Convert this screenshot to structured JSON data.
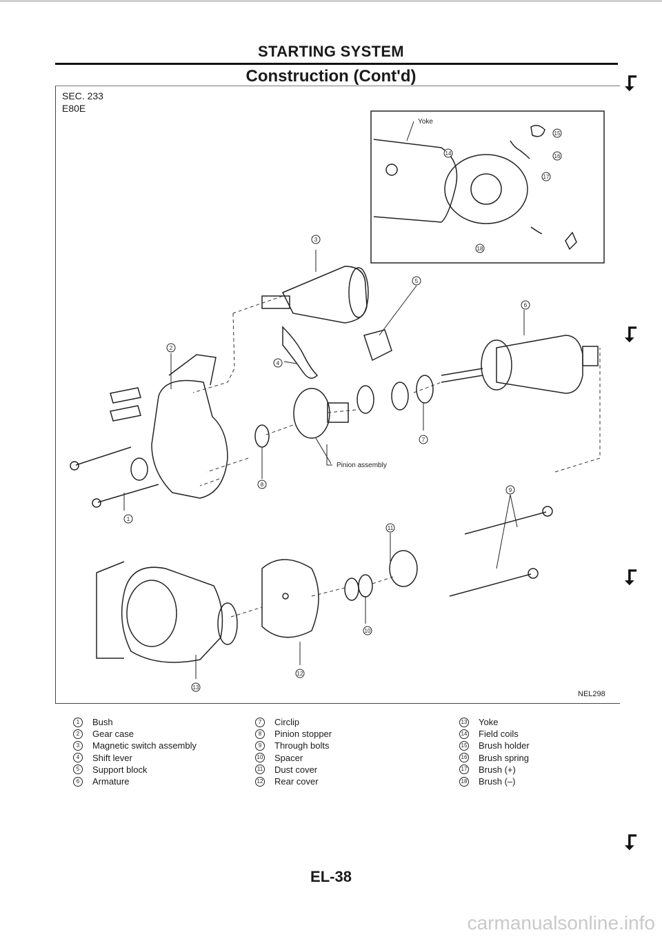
{
  "header": {
    "section_title": "STARTING SYSTEM",
    "subsection_title": "Construction (Cont'd)"
  },
  "figure": {
    "sec_code": "SEC. 233",
    "sub_code": "E80E",
    "figure_code": "NEL298",
    "label_yoke": "Yoke",
    "label_pinion": "Pinion assembly",
    "callouts": [
      "1",
      "2",
      "3",
      "4",
      "5",
      "6",
      "7",
      "8",
      "9",
      "10",
      "11",
      "12",
      "13",
      "14",
      "15",
      "16",
      "17",
      "18"
    ]
  },
  "legend": {
    "col1": [
      {
        "num": "1",
        "text": "Bush"
      },
      {
        "num": "2",
        "text": "Gear case"
      },
      {
        "num": "3",
        "text": "Magnetic switch assembly"
      },
      {
        "num": "4",
        "text": "Shift lever"
      },
      {
        "num": "5",
        "text": "Support block"
      },
      {
        "num": "6",
        "text": "Armature"
      }
    ],
    "col2": [
      {
        "num": "7",
        "text": "Circlip"
      },
      {
        "num": "8",
        "text": "Pinion stopper"
      },
      {
        "num": "9",
        "text": "Through bolts"
      },
      {
        "num": "10",
        "text": "Spacer"
      },
      {
        "num": "11",
        "text": "Dust cover"
      },
      {
        "num": "12",
        "text": "Rear cover"
      }
    ],
    "col3": [
      {
        "num": "13",
        "text": "Yoke"
      },
      {
        "num": "14",
        "text": "Field coils"
      },
      {
        "num": "15",
        "text": "Brush holder"
      },
      {
        "num": "16",
        "text": "Brush spring"
      },
      {
        "num": "17",
        "text": "Brush (+)"
      },
      {
        "num": "18",
        "text": "Brush (–)"
      }
    ]
  },
  "footer": {
    "page_number": "EL-38",
    "watermark": "carmanualsonline.info"
  },
  "icons": {
    "edge_mark": "binding-tick-icon"
  }
}
